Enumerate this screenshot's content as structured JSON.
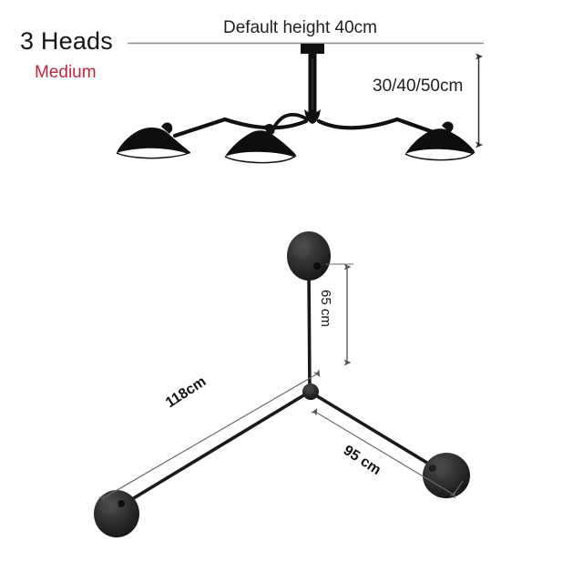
{
  "product": {
    "heads_label": "3 Heads",
    "size_label": "Medium",
    "size_color": "#c3253f"
  },
  "top_view": {
    "ceiling_label": "Default height 40cm",
    "drop_label": "30/40/50cm",
    "ceiling_line_color": "#8a8a8a",
    "fixture_color": "#111111",
    "dimension_line_color": "#3a3a3a"
  },
  "bottom_view": {
    "rod_label": "65 cm",
    "long_arm_label": "118cm",
    "short_arm_label": "95 cm",
    "fixture_color": "#1a1a1a",
    "dimension_line_color": "#5a5a5a"
  },
  "icons": {
    "arrow_up": "arrow-up-icon",
    "arrow_down": "arrow-down-icon"
  }
}
